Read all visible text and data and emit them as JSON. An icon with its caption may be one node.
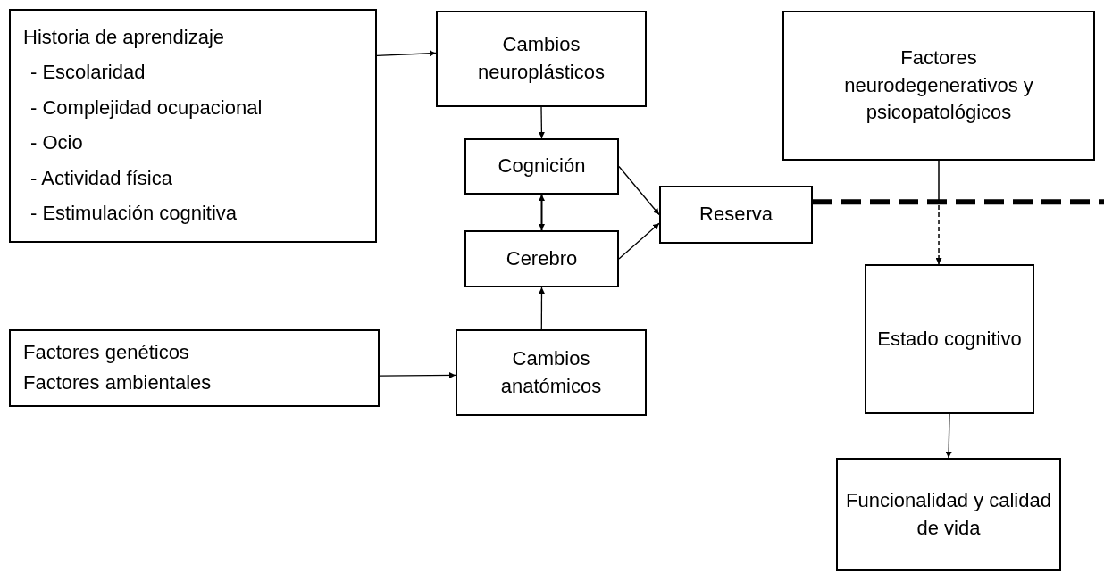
{
  "diagram": {
    "nodes": [
      {
        "text": [
          "Historia de aprendizaje",
          "- Escolaridad",
          "- Complejidad ocupacional",
          "- Ocio",
          "- Actividad física",
          "- Estimulación cognitiva"
        ]
      },
      {
        "text": [
          "Cambios neuroplásticos"
        ]
      },
      {
        "text": [
          "Factores neurodegenerativos y psicopatológicos"
        ]
      },
      {
        "text": [
          "Cognición"
        ]
      },
      {
        "text": [
          "Reserva"
        ]
      },
      {
        "text": [
          "Cerebro"
        ]
      },
      {
        "text": [
          "Estado cognitivo"
        ]
      },
      {
        "text": [
          "Factores genéticos",
          "Factores ambientales"
        ]
      },
      {
        "text": [
          "Cambios anatómicos"
        ]
      },
      {
        "text": [
          "Funcionalidad y calidad de vida"
        ]
      }
    ],
    "edges": [
      {
        "from": 0,
        "to": 1,
        "arrow": "to"
      },
      {
        "from": 1,
        "to": 3,
        "arrow": "to"
      },
      {
        "from": 3,
        "to": 5,
        "arrow": "both"
      },
      {
        "from": 3,
        "to": 4,
        "arrow": "to"
      },
      {
        "from": 5,
        "to": 4,
        "arrow": "to"
      },
      {
        "from": 7,
        "to": 8,
        "arrow": "to"
      },
      {
        "from": 8,
        "to": 5,
        "arrow": "to"
      },
      {
        "from": 2,
        "to": 6,
        "arrow": "to",
        "style": "dashed"
      },
      {
        "from": 6,
        "to": 9,
        "arrow": "to"
      },
      {
        "from": 4,
        "to": null,
        "arrow": "none",
        "style": "dashed"
      }
    ]
  }
}
